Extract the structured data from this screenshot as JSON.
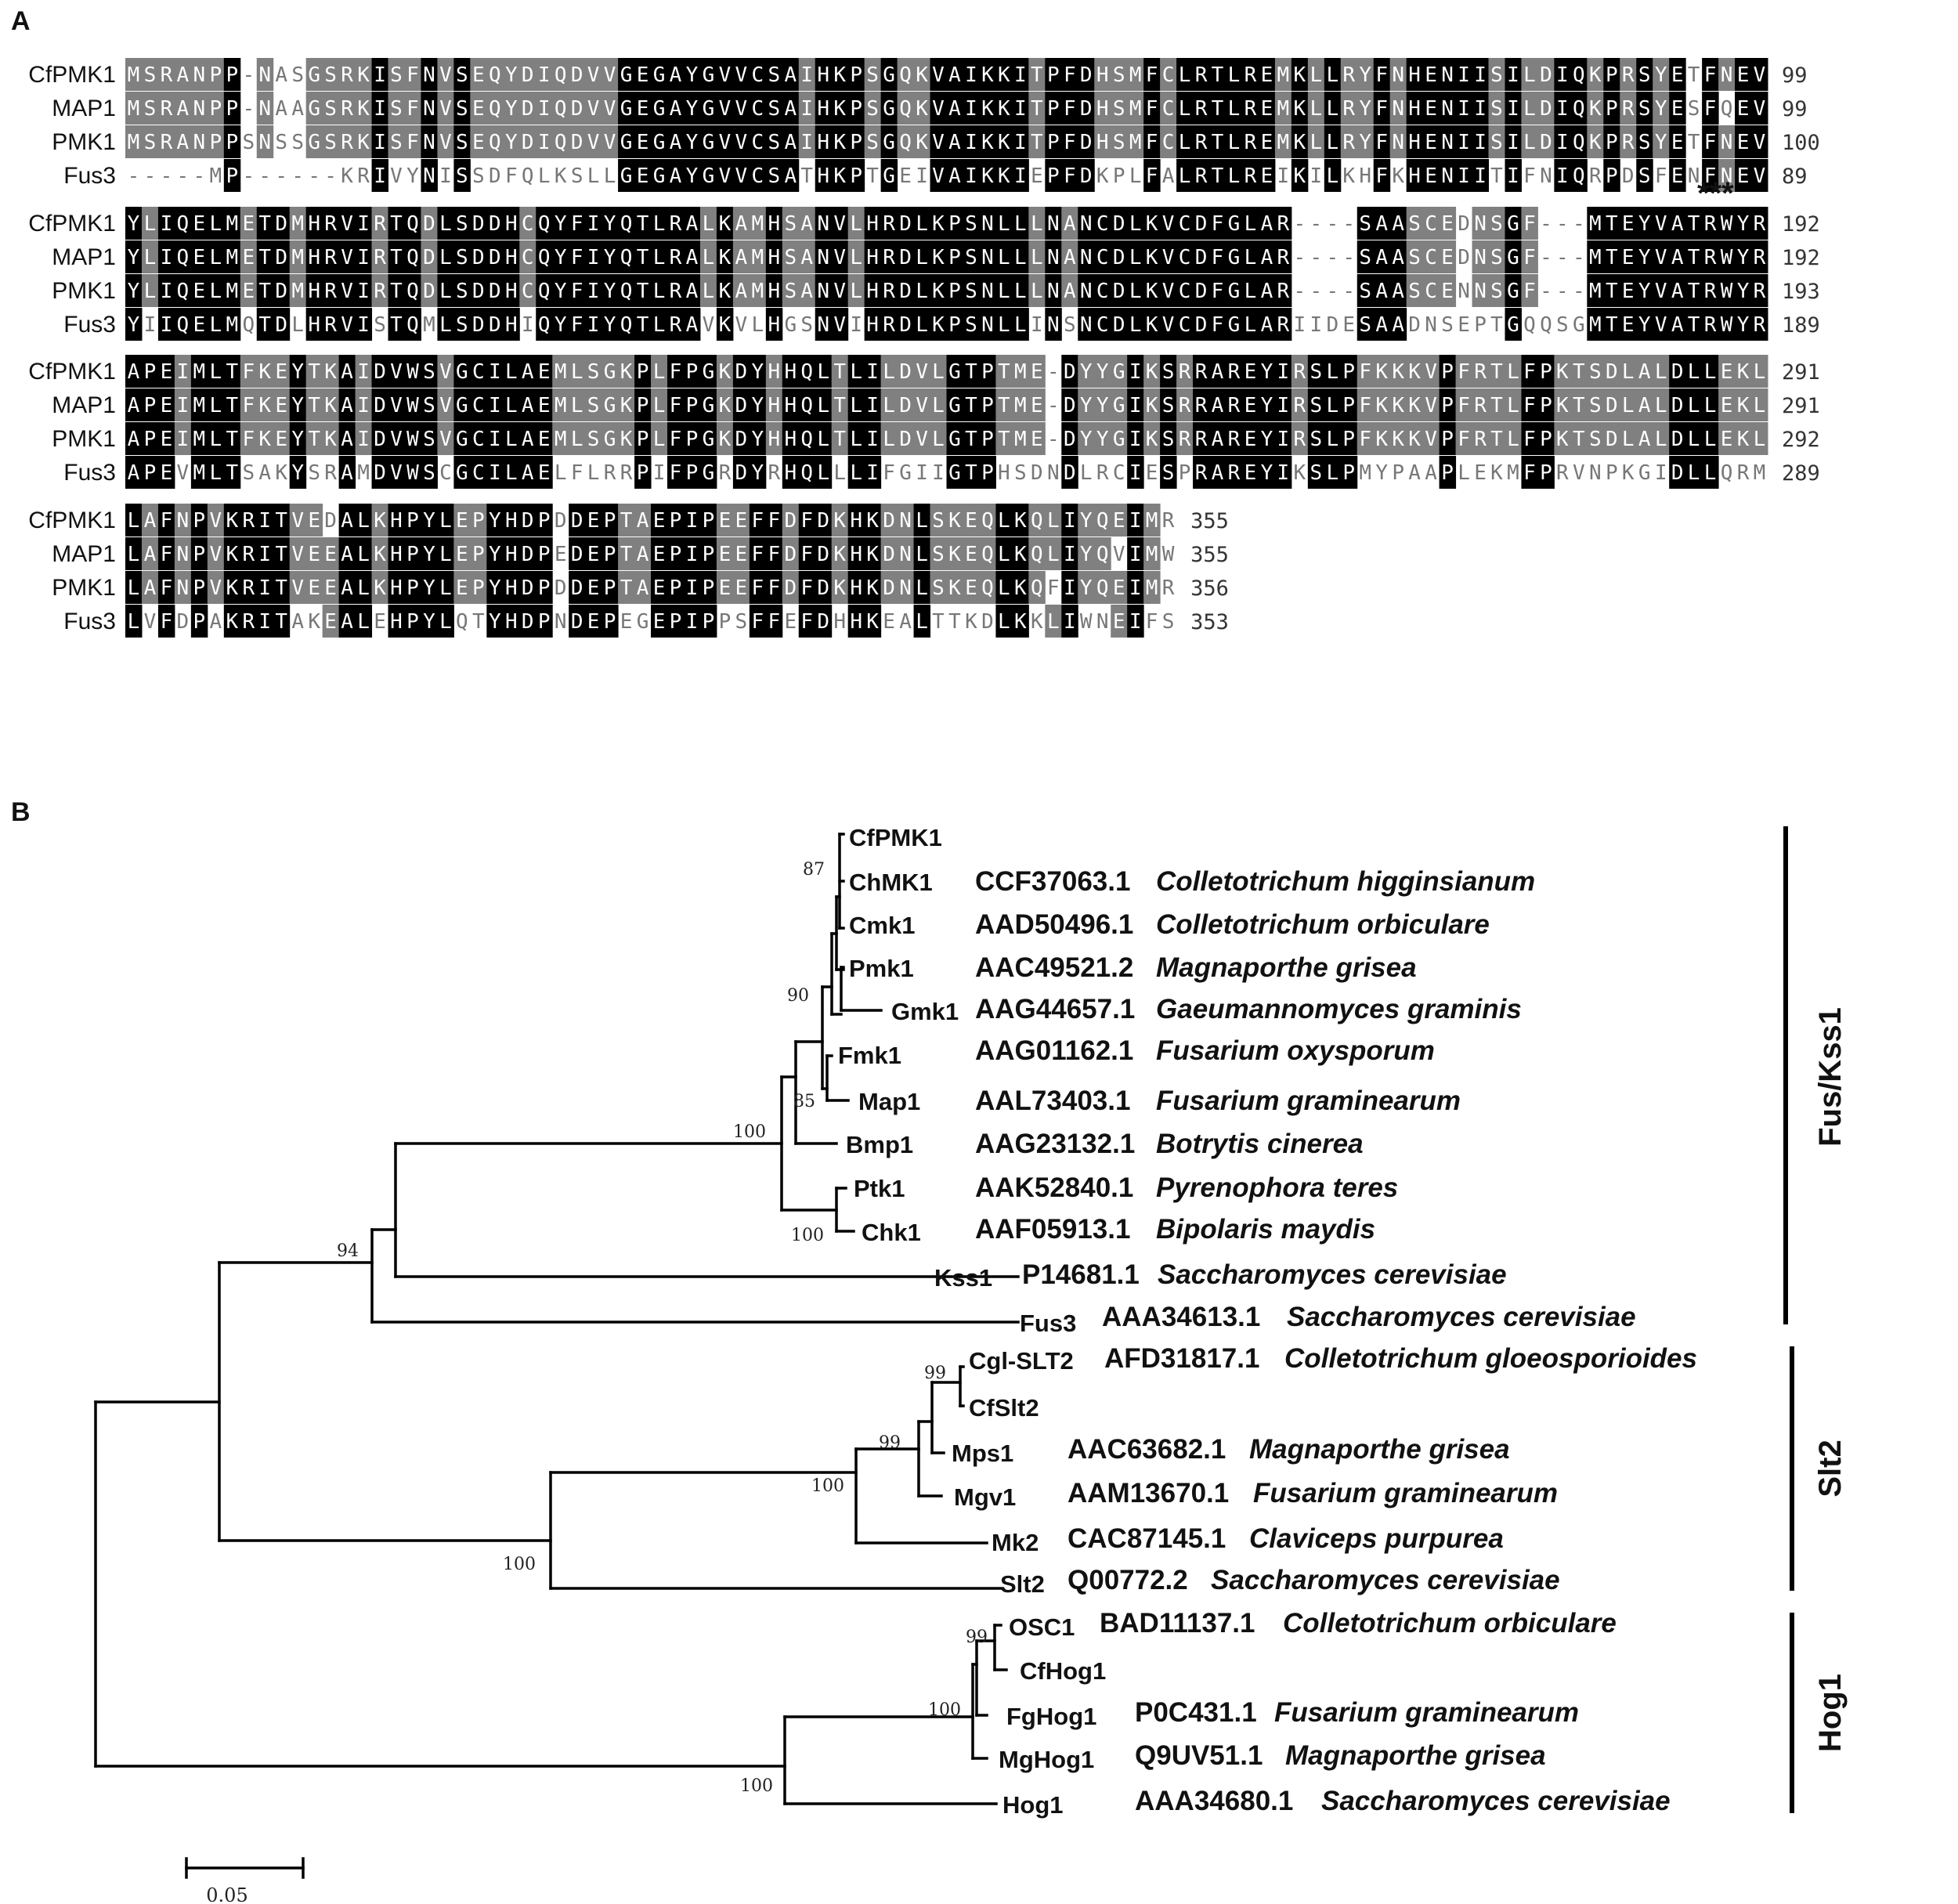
{
  "panel_a": {
    "letter": "A",
    "block_labels": [
      "99 / 99 / 100 / 89",
      "192 / 192 / 193 / 189",
      "291 / 291 / 292 / 289",
      "355 / 355 / 356 / 353"
    ],
    "blocks": [
      {
        "rows": [
          {
            "name": "CfPMK1",
            "seq": "MSRANPP-NASGSRKISFNVSEQYDIQDVVGEGAYGVVCSAIHKPSGQKVAIKKITPFDHSMFCLRTLREMKLLRYFNHENIISILDIQKPRSYETFNEV",
            "end": "99"
          },
          {
            "name": "MAP1",
            "seq": "MSRANPP-NAAGSRKISFNVSEQYDIQDVVGEGAYGVVCSAIHKPSGQKVAIKKITPFDHSMFCLRTLREMKLLRYFNHENIISILDIQKPRSYESFQEV",
            "end": "99"
          },
          {
            "name": "PMK1",
            "seq": "MSRANPPSNSSGSRKISFNVSEQYDIQDVVGEGAYGVVCSAIHKPSGQKVAIKKITPFDHSMFCLRTLREMKLLRYFNHENIISILDIQKPRSYETFNEV",
            "end": "100"
          },
          {
            "name": "Fus3",
            "seq": "-----MP------KRIVYNISSDFQLKSLLGEGAYGVVCSATHKPTGEIVAIKKIEPFDKPLFALRTLREIKILKHFKHENIITIFNIQRPDSFENFNEV",
            "end": "89"
          }
        ]
      },
      {
        "stars": "***",
        "rows": [
          {
            "name": "CfPMK1",
            "seq": "YLIQELMETDMHRVIRTQDLSDDHCQYFIYQTLRALKAMHSANVLHRDLKPSNLLLNANCDLKVCDFGLAR----SAASCEDNSGF---MTEYVATRWYR",
            "end": "192"
          },
          {
            "name": "MAP1",
            "seq": "YLIQELMETDMHRVIRTQDLSDDHCQYFIYQTLRALKAMHSANVLHRDLKPSNLLLNANCDLKVCDFGLAR----SAASCEDNSGF---MTEYVATRWYR",
            "end": "192"
          },
          {
            "name": "PMK1",
            "seq": "YLIQELMETDMHRVIRTQDLSDDHCQYFIYQTLRALKAMHSANVLHRDLKPSNLLLNANCDLKVCDFGLAR----SAASCENNSGF---MTEYVATRWYR",
            "end": "193"
          },
          {
            "name": "Fus3",
            "seq": "YIIQELMQTDLHRVISTQMLSDDHIQYFIYQTLRAVKVLHGSNVIHRDLKPSNLLINSNCDLKVCDFGLARIIDESAADNSEPTGQQSGMTEYVATRWYR",
            "end": "189"
          }
        ]
      },
      {
        "rows": [
          {
            "name": "CfPMK1",
            "seq": "APEIMLTFKEYTKAIDVWSVGCILAEMLSGKPLFPGKDYHHQLTLILDVLGTPTME-DYYGIKSRRAREYIRSLPFKKKVPFRTLFPKTSDLALDLLEKL",
            "end": "291"
          },
          {
            "name": "MAP1",
            "seq": "APEIMLTFKEYTKAIDVWSVGCILAEMLSGKPLFPGKDYHHQLTLILDVLGTPTME-DYYGIKSRRAREYIRSLPFKKKVPFRTLFPKTSDLALDLLEKL",
            "end": "291"
          },
          {
            "name": "PMK1",
            "seq": "APEIMLTFKEYTKAIDVWSVGCILAEMLSGKPLFPGKDYHHQLTLILDVLGTPTME-DYYGIKSRRAREYIRSLPFKKKVPFRTLFPKTSDLALDLLEKL",
            "end": "292"
          },
          {
            "name": "Fus3",
            "seq": "APEVMLTSAKYSRAMDVWSCGCILAELFLRRPIFPGRDYRHQLLLIFGIIGTPHSDNDLRCIESPRAREYIKSLPMYPAAPLEKMFPRVNPKGIDLLQRM",
            "end": "289"
          }
        ]
      },
      {
        "rows": [
          {
            "name": "CfPMK1",
            "seq": "LAFNPVKRITVEDALKHPYLEPYHDPDDEPTAEPIPEEFFDFDKHKDNLSKEQLKQLIYQEIMR",
            "end": "355"
          },
          {
            "name": "MAP1",
            "seq": "LAFNPVKRITVEEALKHPYLEPYHDPEDEPTAEPIPEEFFDFDKHKDNLSKEQLKQLIYQVIMW",
            "end": "355"
          },
          {
            "name": "PMK1",
            "seq": "LAFNPVKRITVEEALKHPYLEPYHDPDDEPTAEPIPEEFFDFDKHKDNLSKEQLKQFIYQEIMR",
            "end": "356"
          },
          {
            "name": "Fus3",
            "seq": "LVFDPAKRITAKEALEHPYLQTYHDPNDEPEGEPIPPSFFEFDHHKEALTTKDLKKLIWNEIFS",
            "end": "353"
          }
        ]
      }
    ]
  },
  "panel_b": {
    "letter": "B",
    "taxa": [
      {
        "label": "CfPMK1",
        "accession": "",
        "species": ""
      },
      {
        "label": "ChMK1",
        "accession": "CCF37063.1",
        "species": "Colletotrichum higginsianum"
      },
      {
        "label": "Cmk1",
        "accession": "AAD50496.1",
        "species": "Colletotrichum orbiculare"
      },
      {
        "label": "Pmk1",
        "accession": "AAC49521.2",
        "species": "Magnaporthe grisea"
      },
      {
        "label": "Gmk1",
        "accession": "AAG44657.1",
        "species": "Gaeumannomyces graminis"
      },
      {
        "label": "Fmk1",
        "accession": "AAG01162.1",
        "species": "Fusarium oxysporum"
      },
      {
        "label": "Map1",
        "accession": "AAL73403.1",
        "species": "Fusarium graminearum"
      },
      {
        "label": "Bmp1",
        "accession": "AAG23132.1",
        "species": "Botrytis cinerea"
      },
      {
        "label": "Ptk1",
        "accession": "AAK52840.1",
        "species": "Pyrenophora teres"
      },
      {
        "label": "Chk1",
        "accession": "AAF05913.1",
        "species": "Bipolaris maydis"
      },
      {
        "label": "Kss1",
        "accession": "P14681.1",
        "species": "Saccharomyces cerevisiae"
      },
      {
        "label": "Fus3",
        "accession": "AAA34613.1",
        "species": "Saccharomyces cerevisiae"
      },
      {
        "label": "Cgl-SLT2",
        "accession": "AFD31817.1",
        "species": "Colletotrichum gloeosporioides"
      },
      {
        "label": "CfSlt2",
        "accession": "",
        "species": ""
      },
      {
        "label": "Mps1",
        "accession": "AAC63682.1",
        "species": "Magnaporthe grisea"
      },
      {
        "label": "Mgv1",
        "accession": "AAM13670.1",
        "species": "Fusarium graminearum"
      },
      {
        "label": "Mk2",
        "accession": "CAC87145.1",
        "species": "Claviceps purpurea"
      },
      {
        "label": "Slt2",
        "accession": "Q00772.2",
        "species": "Saccharomyces cerevisiae"
      },
      {
        "label": "OSC1",
        "accession": "BAD11137.1",
        "species": "Colletotrichum orbiculare"
      },
      {
        "label": "CfHog1",
        "accession": "",
        "species": ""
      },
      {
        "label": "FgHog1",
        "accession": "P0C431.1",
        "species": "Fusarium graminearum"
      },
      {
        "label": "MgHog1",
        "accession": "Q9UV51.1",
        "species": "Magnaporthe grisea"
      },
      {
        "label": "Hog1",
        "accession": "AAA34680.1",
        "species": "Saccharomyces cerevisiae"
      }
    ],
    "bootstrap": [
      "87",
      "90",
      "85",
      "100",
      "100",
      "94",
      "99",
      "99",
      "100",
      "100",
      "99",
      "100",
      "100"
    ],
    "clades": [
      "Fus/Kss1",
      "Slt2",
      "Hog1"
    ],
    "scale_bar": "0.05"
  }
}
